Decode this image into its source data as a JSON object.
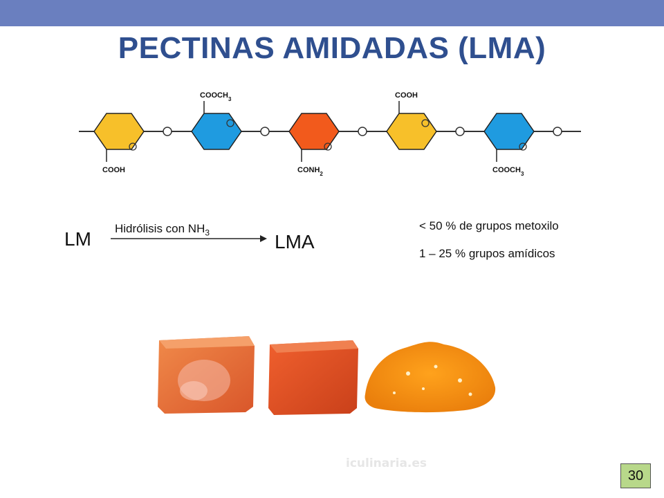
{
  "slide": {
    "title": "PECTINAS AMIDADAS (LMA)",
    "page_number": "30",
    "watermark": "iculinaria.es"
  },
  "structure": {
    "units": [
      {
        "color": "#f7c02a",
        "group": "COOH",
        "group_position": "bottom"
      },
      {
        "color": "#1f9be0",
        "group": "COOCH3",
        "group_position": "top"
      },
      {
        "color": "#f25a1c",
        "group": "CONH2",
        "group_position": "bottom"
      },
      {
        "color": "#f7c02a",
        "group": "COOH",
        "group_position": "top"
      },
      {
        "color": "#1f9be0",
        "group": "COOCH3",
        "group_position": "bottom"
      }
    ]
  },
  "reaction": {
    "reactant": "LM",
    "product": "LMA",
    "condition": "Hidrólisis con NH",
    "condition_subscript": "3"
  },
  "properties": [
    "< 50 % de grupos metoxilo",
    "1 – 25 % grupos amídicos"
  ],
  "photo": {
    "samples": [
      "sugared-jelly-cube",
      "smooth-jelly-cube",
      "grainy-jelly-mass"
    ]
  }
}
